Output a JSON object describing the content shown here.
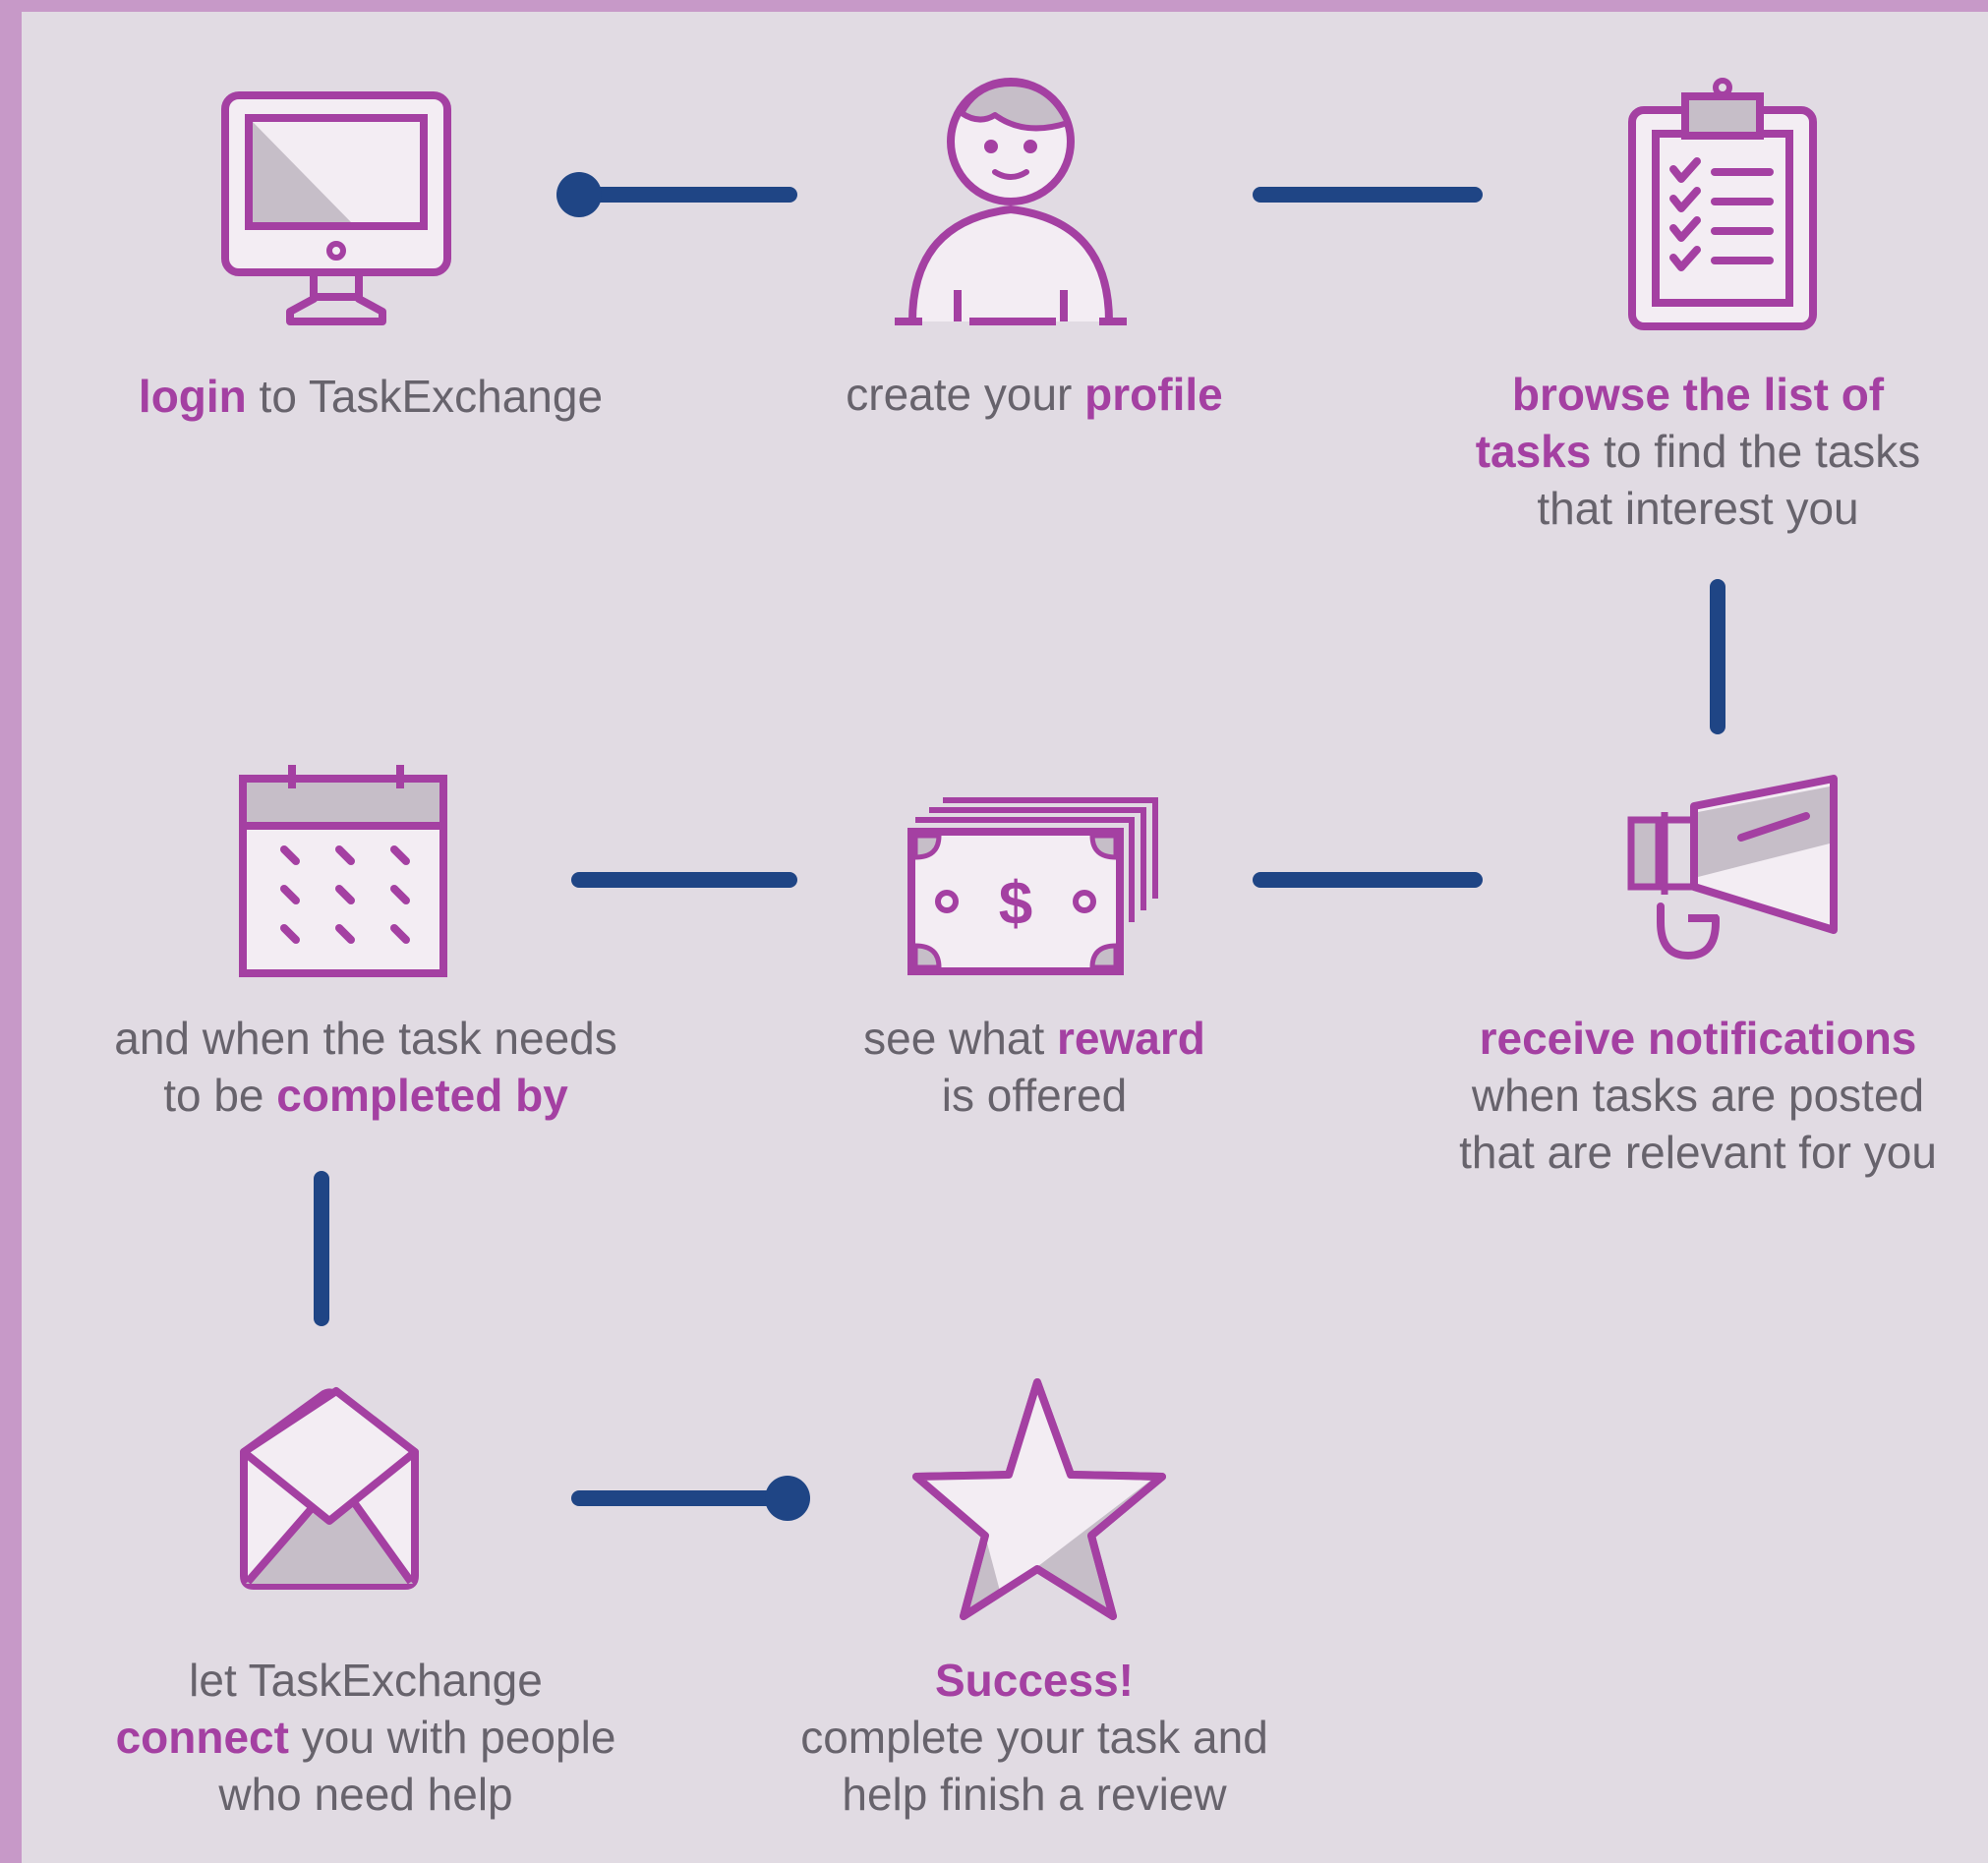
{
  "colors": {
    "frame": "#c799c8",
    "background": "#e1dbe3",
    "icon_stroke": "#a440a2",
    "icon_fill_light": "#f3edf3",
    "icon_fill_shade": "#c6bec8",
    "connector": "#1f4585",
    "text": "#67636c",
    "highlight": "#a440a2"
  },
  "steps": [
    {
      "id": "login",
      "icon": "monitor-icon",
      "caption": {
        "line1_hl": "login",
        "line1_rest": " to TaskExchange"
      }
    },
    {
      "id": "profile",
      "icon": "user-icon",
      "caption": {
        "line1_pre": "create your ",
        "line1_hl": "profile"
      }
    },
    {
      "id": "browse",
      "icon": "clipboard-checklist-icon",
      "caption": {
        "line1_hl": "browse the list of",
        "line2_hl": "tasks",
        "line2_rest": " to find the tasks",
        "line3": "that interest you"
      }
    },
    {
      "id": "notifications",
      "icon": "megaphone-icon",
      "caption": {
        "line1_hl": "receive notifications",
        "line2": "when tasks are posted",
        "line3": "that are relevant for you"
      }
    },
    {
      "id": "reward",
      "icon": "cash-icon",
      "caption": {
        "line1_pre": "see what ",
        "line1_hl": "reward",
        "line2": "is offered"
      }
    },
    {
      "id": "deadline",
      "icon": "calendar-icon",
      "caption": {
        "line1": "and when the task needs",
        "line2_pre": "to be ",
        "line2_hl": "completed by"
      }
    },
    {
      "id": "connect",
      "icon": "envelope-icon",
      "caption": {
        "line1": "let TaskExchange",
        "line2_hl": "connect",
        "line2_rest": " you with people",
        "line3": "who need help"
      }
    },
    {
      "id": "success",
      "icon": "star-icon",
      "caption": {
        "line1_hl": "Success!",
        "line2": "complete your task and",
        "line3": "help finish a review"
      }
    }
  ]
}
